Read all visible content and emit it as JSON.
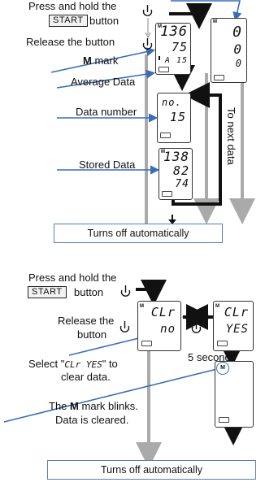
{
  "top": {
    "press_hold": "Press and hold the",
    "start_label": "START",
    "button_word": "button",
    "release": "Release the button",
    "m_mark_letter": "M",
    "m_mark_word": "mark",
    "average_data": "Average Data",
    "data_number": "Data number",
    "stored_data": "Stored Data",
    "side_text": "To next data",
    "footer": "Turns off automatically",
    "lcd_avg": {
      "l1": "136",
      "l2": "75",
      "l3": "A 15"
    },
    "lcd_no": {
      "l1": "no.",
      "l2": "15"
    },
    "lcd_stored": {
      "l1": "138",
      "l2": "82",
      "l3": "74"
    },
    "lcd_right": {
      "l1": "0",
      "l2": "0",
      "l3": "0"
    }
  },
  "bottom": {
    "press_hold": "Press and hold the",
    "start_label": "START",
    "button_word": "button",
    "release_line1": "Release the",
    "release_line2": "button",
    "select_prefix": "Select \"",
    "select_seg": "CLr YES",
    "select_suffix": "\" to",
    "select_line2": "clear data.",
    "five_seconds": "5 seconds",
    "the_word": "The",
    "m_mark_letter": "M",
    "blinks": "mark blinks.",
    "cleared": "Data is cleared.",
    "footer": "Turns off automatically",
    "lcd_clr": {
      "l1": "CLr",
      "l2": "no"
    },
    "lcd_yes": {
      "l1": "CLr",
      "l2": "YES"
    }
  },
  "colors": {
    "blue": "#3a6db5",
    "gray": "#aaaaaa",
    "black": "#111111"
  }
}
